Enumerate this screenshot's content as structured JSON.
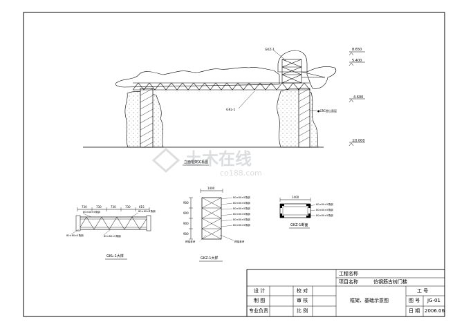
{
  "elevation_view": {
    "caption": "立面框架关系图",
    "level_labels": [
      "8.650",
      "5.400",
      "4.600",
      "±0.000"
    ],
    "tags": {
      "gkz1": "GKZ-1",
      "gl1": "GKL-1",
      "note": "●GRC塑山面层"
    }
  },
  "detail_views": {
    "gl1_detail": {
      "caption": "GKL-1大样",
      "dims": [
        "730",
        "730",
        "730",
        "730",
        "615"
      ],
      "notes": [
        "80×80×5角钢",
        "80×80×5角钢",
        "80×80×5角钢",
        "80×80×5角钢"
      ]
    },
    "gkz1_detail": {
      "caption": "GKZ-1大样",
      "top_dim": "1400",
      "side_dims": [
        "900",
        "900",
        "900",
        "900"
      ],
      "notes": [
        "80×80×5角钢",
        "80×80×5角钢",
        "80×80×5角钢",
        "80×80×5角钢",
        "80×80×5角钢",
        "80×80×5角钢",
        "焊接参考",
        "焊接参考"
      ]
    },
    "section_detail": {
      "caption": "GKZ-1断面",
      "top_dim": "1400",
      "notes": [
        "80×80×5角钢",
        "80×80×5角钢",
        "80×80×5角钢"
      ]
    }
  },
  "watermark": {
    "main": "土木在线",
    "sub": "co188.com"
  },
  "title_block": {
    "project_name_label": "工程名称",
    "project_name_value": "",
    "item_name_label": "项目名称",
    "item_name_value": "仿钢筋古树门楼",
    "design_label": "设 计",
    "check_label": "校 对",
    "draw_label": "制 图",
    "review_label": "审 核",
    "lead_label": "专业负责",
    "scale_label": "比 例",
    "drawing_title": "框架、基础示意图",
    "job_no_label": "工 号",
    "job_no_value": "",
    "drawing_no_label": "图 号",
    "drawing_no_value": "JG-01",
    "date_label": "日 期",
    "date_value": "2006.06"
  }
}
